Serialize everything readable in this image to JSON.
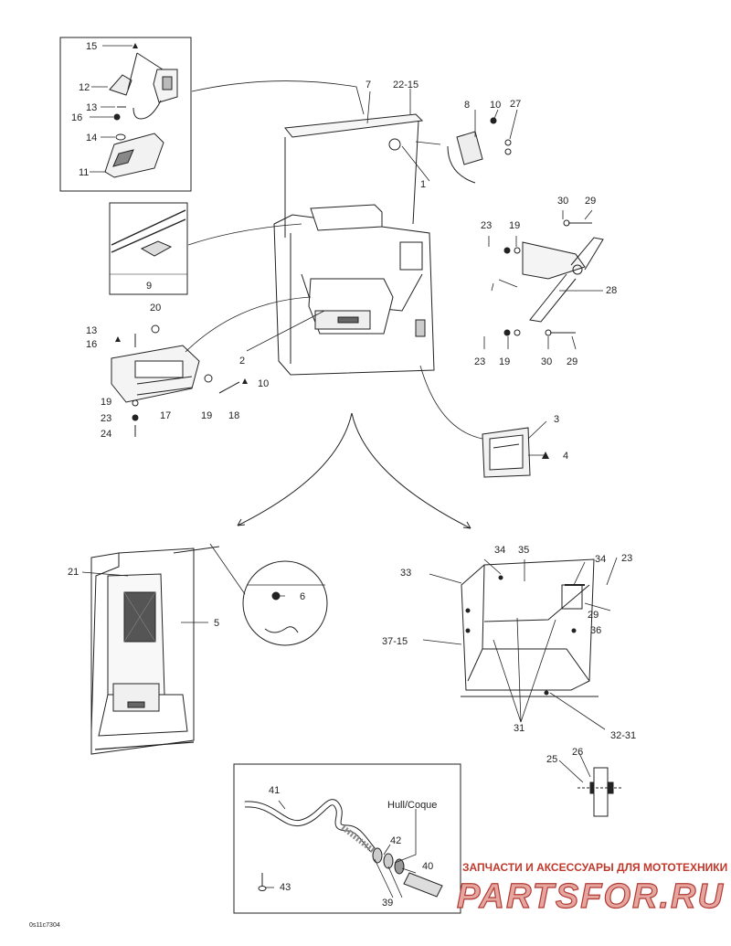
{
  "diagram": {
    "callouts": [
      "1",
      "2",
      "3",
      "4",
      "5",
      "6",
      "7",
      "8",
      "9",
      "10",
      "10",
      "11",
      "12",
      "13",
      "13",
      "14",
      "15",
      "16",
      "16",
      "17",
      "18",
      "19",
      "19",
      "19",
      "19",
      "20",
      "21",
      "22-15",
      "23",
      "23",
      "23",
      "23",
      "24",
      "25",
      "26",
      "27",
      "28",
      "29",
      "29",
      "29",
      "30",
      "30",
      "31",
      "32-31",
      "33",
      "34",
      "34",
      "35",
      "36",
      "37-15",
      "39",
      "40",
      "41",
      "42",
      "43"
    ],
    "hull_label": "Hull/Coque",
    "doc_code": "0s11c7304"
  },
  "watermark": {
    "caption": "ЗАПЧАСТИ И АКСЕССУАРЫ ДЛЯ МОТОТЕХНИКИ",
    "logo": "PARTSFOR.RU"
  },
  "colors": {
    "line": "#222222",
    "mesh": "#555555",
    "watermark_red": "#c0392b"
  }
}
